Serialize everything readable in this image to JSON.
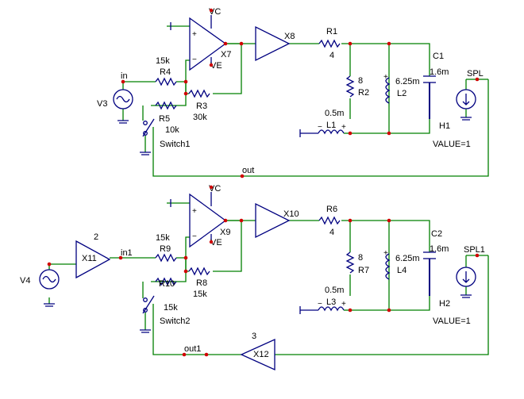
{
  "top": {
    "rails": {
      "vc": "VC",
      "ve": "VE"
    },
    "opamp": {
      "name": "X7"
    },
    "buffer": {
      "name": "X8"
    },
    "r4": {
      "name": "R4",
      "value": "15k"
    },
    "r3": {
      "name": "R3",
      "value": "30k"
    },
    "r5": {
      "name": "R5",
      "value": "10k"
    },
    "r1": {
      "name": "R1",
      "value": "4"
    },
    "r2": {
      "name": "R2",
      "value": "8"
    },
    "l1": {
      "name": "L1",
      "value": "0.5m"
    },
    "l2": {
      "name": "L2",
      "value": "6.25m"
    },
    "c1": {
      "name": "C1",
      "value": "1.6m"
    },
    "source": {
      "name": "V3"
    },
    "h": {
      "name": "H1",
      "value": "VALUE=1"
    },
    "switch": {
      "name": "Switch1"
    },
    "nets": {
      "in": "in",
      "out": "out",
      "spl": "SPL"
    }
  },
  "bottom": {
    "rails": {
      "vc": "VC",
      "ve": "VE"
    },
    "opamp": {
      "name": "X9"
    },
    "buffer": {
      "name": "X10"
    },
    "r9": {
      "name": "R9",
      "value": "15k"
    },
    "r8": {
      "name": "R8",
      "value": "15k"
    },
    "r10": {
      "name": "R10",
      "value": "15k"
    },
    "r6": {
      "name": "R6",
      "value": "4"
    },
    "r7": {
      "name": "R7",
      "value": "8"
    },
    "l3": {
      "name": "L3",
      "value": "0.5m"
    },
    "l4": {
      "name": "L4",
      "value": "6.25m"
    },
    "c2": {
      "name": "C2",
      "value": "1.6m"
    },
    "source": {
      "name": "V4"
    },
    "h": {
      "name": "H2",
      "value": "VALUE=1"
    },
    "switch": {
      "name": "Switch2"
    },
    "x11": {
      "name": "X11",
      "gain": "2"
    },
    "x12": {
      "name": "X12",
      "gain": "3"
    },
    "nets": {
      "in": "in1",
      "out": "out1",
      "spl": "SPL1"
    }
  }
}
